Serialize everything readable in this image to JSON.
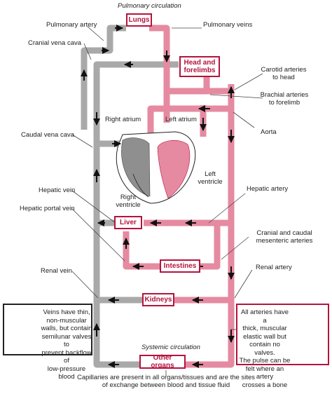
{
  "colors": {
    "artery": "#e58aa1",
    "vein": "#a9a9a9",
    "accent": "#b5133d",
    "arrow": "#111111"
  },
  "titles": {
    "pulmonary": "Pulmonary circulation",
    "systemic": "Systemic circulation"
  },
  "boxes": {
    "lungs": "Lungs",
    "head_line1": "Head and",
    "head_line2": "forelimbs",
    "liver": "Liver",
    "intestines": "Intestines",
    "kidneys": "Kidneys",
    "other": "Other organs"
  },
  "labels": {
    "pulmonary_artery": "Pulmonary artery",
    "pulmonary_veins": "Pulmonary veins",
    "cranial_vena_cava": "Cranial vena cava",
    "carotid_1": "Carotid arteries",
    "carotid_2": "to head",
    "brachial_1": "Brachial arteries",
    "brachial_2": "to forelimb",
    "right_atrium": "Right atrium",
    "left_atrium": "Left atrium",
    "aorta": "Aorta",
    "caudal_vena_cava": "Caudal vena cava",
    "left_ventricle_1": "Left",
    "left_ventricle_2": "ventricle",
    "right_ventricle_1": "Right",
    "right_ventricle_2": "ventricle",
    "hepatic_vein": "Hepatic vein",
    "hepatic_artery": "Hepatic artery",
    "hepatic_portal_vein": "Hepatic portal vein",
    "mesenteric_1": "Cranial and caudal",
    "mesenteric_2": "mesenteric arteries",
    "renal_vein": "Renal vein",
    "renal_artery": "Renal artery"
  },
  "notes": {
    "veins": [
      "Veins have thin,",
      "non-muscular",
      "walls, but contain",
      "semilunar valves to",
      "prevent backflow of",
      "low-pressure blood"
    ],
    "arteries": [
      "All arteries have a",
      "thick, muscular",
      "elastic wall but",
      "contain no valves.",
      "The pulse can be",
      "felt where an artery",
      "crosses a bone"
    ]
  },
  "caption": {
    "line1": "Capillaries are present in all organs/tissues and are the sites",
    "line2": "of exchange between blood and tissue fluid"
  }
}
